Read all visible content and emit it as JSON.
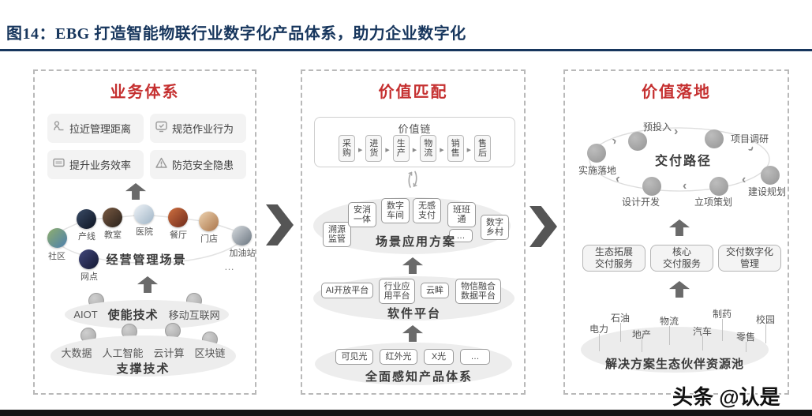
{
  "figure": {
    "title": "图14：EBG 打造智能物联行业数字化产品体系，助力企业数字化",
    "watermark": "头条 @认是"
  },
  "colors": {
    "title_navy": "#17365d",
    "panel_title_red": "#c53030",
    "arrow_gray": "#6a6a6a",
    "ellipse_gray": "#ededed"
  },
  "panel1": {
    "title": "业务体系",
    "benefits": [
      {
        "label": "拉近管理距离",
        "icon": "person-icon"
      },
      {
        "label": "规范作业行为",
        "icon": "monitor-check-icon"
      },
      {
        "label": "提升业务效率",
        "icon": "screen-icon"
      },
      {
        "label": "防范安全隐患",
        "icon": "warning-icon"
      }
    ],
    "scenes": [
      "社区",
      "产线",
      "教室",
      "医院",
      "餐厅",
      "门店",
      "加油站",
      "网点"
    ],
    "scenes_label": "经营管理场景",
    "scenes_more": "…",
    "enabling_label": "使能技术",
    "enabling": [
      "AIOT",
      "移动互联网"
    ],
    "supporting_label": "支撑技术",
    "supporting": [
      "大数据",
      "人工智能",
      "云计算",
      "区块链"
    ]
  },
  "panel2": {
    "title": "价值匹配",
    "chain_label": "价值链",
    "chain": [
      "采购",
      "进货",
      "生产",
      "物流",
      "销售",
      "售后"
    ],
    "scenario_label": "场景应用方案",
    "scenario": [
      "溯源监管",
      "安消一体",
      "数字车间",
      "无感支付",
      "班班通",
      "数字乡村",
      "…"
    ],
    "software_label": "软件平台",
    "software": [
      "AI开放平台",
      "行业应用平台",
      "云眸",
      "物信融合数据平台"
    ],
    "perception_label": "全面感知产品体系",
    "perception": [
      "可见光",
      "红外光",
      "X光",
      "…"
    ]
  },
  "panel3": {
    "title": "价值落地",
    "cycle_label": "交付路径",
    "cycle": [
      "实施落地",
      "预投入",
      "项目调研",
      "建设规划",
      "立项策划",
      "设计开发"
    ],
    "services": [
      "生态拓展\n交付服务",
      "核心\n交付服务",
      "交付数字化\n管理"
    ],
    "partners_label": "解决方案生态伙伴资源池",
    "partners": [
      "电力",
      "石油",
      "地产",
      "物流",
      "汽车",
      "制药",
      "零售",
      "校园"
    ]
  }
}
